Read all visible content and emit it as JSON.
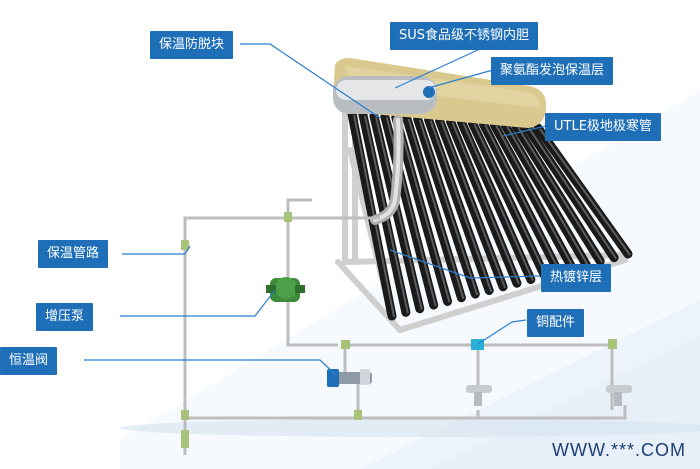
{
  "labels": {
    "insulation_block": "保温防脱块",
    "sus_tank": "SUS食品级不锈钢内胆",
    "pu_foam": "聚氨酯发泡保温层",
    "utle_tube": "UTLE极地极寒管",
    "insulated_pipe": "保温管路",
    "galvanized": "热镀锌层",
    "booster_pump": "增压泵",
    "copper_fitting": "铜配件",
    "thermostatic_valve": "恒温阀"
  },
  "watermark": "WWW.***.COM",
  "colors": {
    "label_bg": "#1f6fb8",
    "label_text": "#ffffff",
    "leader_line": "#2a7fd0",
    "tank": "#d9c98f",
    "tube": "#1a1a1a",
    "frame": "#d8d8d8",
    "pipe": "#bdbdbd",
    "pump": "#3d8a3a"
  }
}
